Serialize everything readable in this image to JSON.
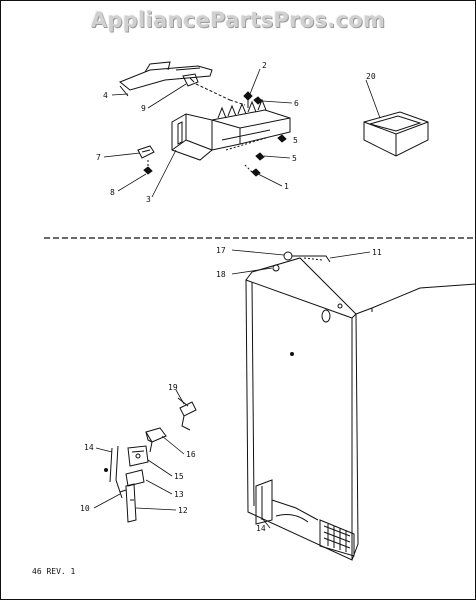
{
  "watermark": "AppliancePartsPros.com",
  "callouts": {
    "c1": "1",
    "c2": "2",
    "c3": "3",
    "c4": "4",
    "c5a": "5",
    "c5b": "5",
    "c6": "6",
    "c7": "7",
    "c8": "8",
    "c9": "9",
    "c10": "10",
    "c11": "11",
    "c12": "12",
    "c13": "13",
    "c14a": "14",
    "c14b": "14",
    "c15": "15",
    "c16": "16",
    "c17": "17",
    "c18": "18",
    "c19": "19",
    "c20": "20"
  },
  "footer": "46 REV. 1"
}
